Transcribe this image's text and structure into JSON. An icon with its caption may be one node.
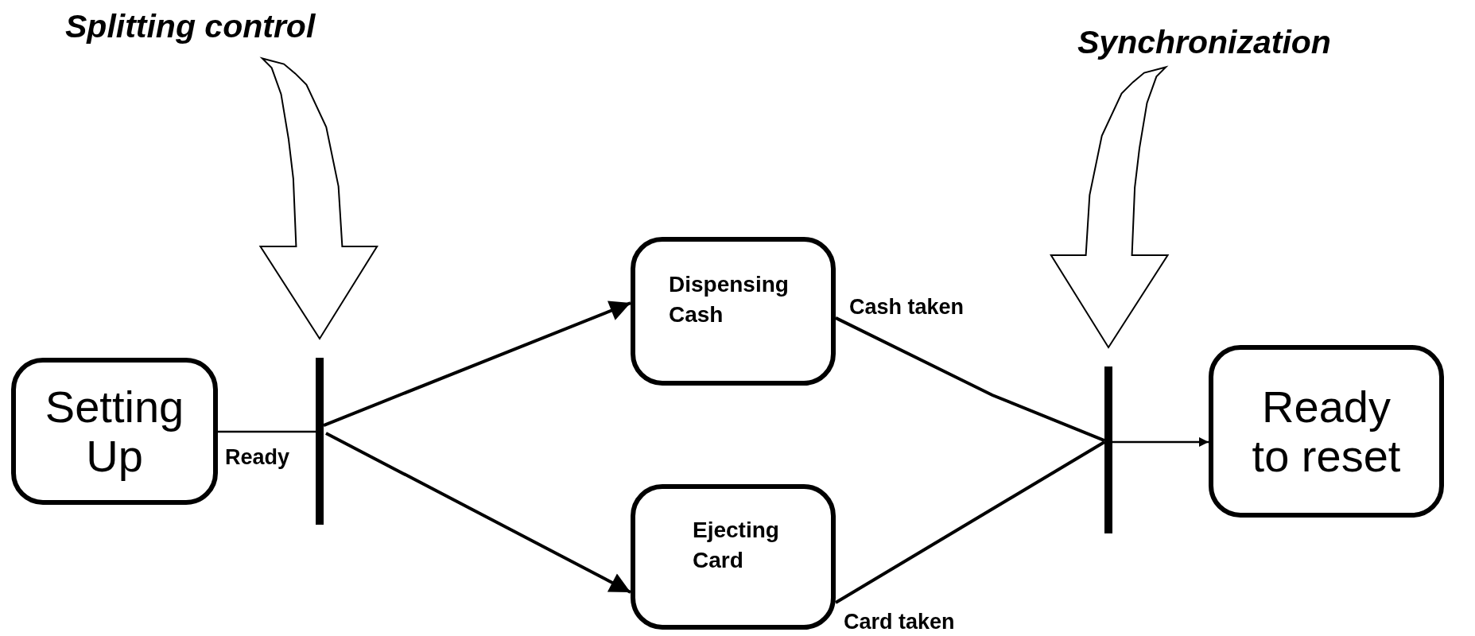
{
  "diagram": {
    "nodes": [
      {
        "text": [
          "Splitting control"
        ]
      },
      {
        "text": [
          "Synchronization"
        ]
      },
      {
        "text": [
          "Setting Up"
        ]
      },
      {
        "text": [],
        "shape": "bar"
      },
      {
        "text": [
          "Dispensing Cash"
        ]
      },
      {
        "text": [
          "Ejecting Card"
        ]
      },
      {
        "text": [],
        "shape": "bar"
      },
      {
        "text": [
          "Ready to reset"
        ]
      }
    ],
    "edges": [
      {
        "from": 0,
        "to": 3,
        "arrow": "to",
        "style": "thick"
      },
      {
        "from": 1,
        "to": 6,
        "arrow": "to",
        "style": "thick"
      },
      {
        "from": 2,
        "to": 3,
        "arrow": "none",
        "label": "Ready"
      },
      {
        "from": 3,
        "to": 4,
        "arrow": "to"
      },
      {
        "from": 3,
        "to": 5,
        "arrow": "to"
      },
      {
        "from": 4,
        "to": 6,
        "arrow": "none",
        "label": "Cash taken"
      },
      {
        "from": 5,
        "to": 6,
        "arrow": "none",
        "label": "Card taken"
      },
      {
        "from": 6,
        "to": 7,
        "arrow": "to"
      }
    ]
  }
}
